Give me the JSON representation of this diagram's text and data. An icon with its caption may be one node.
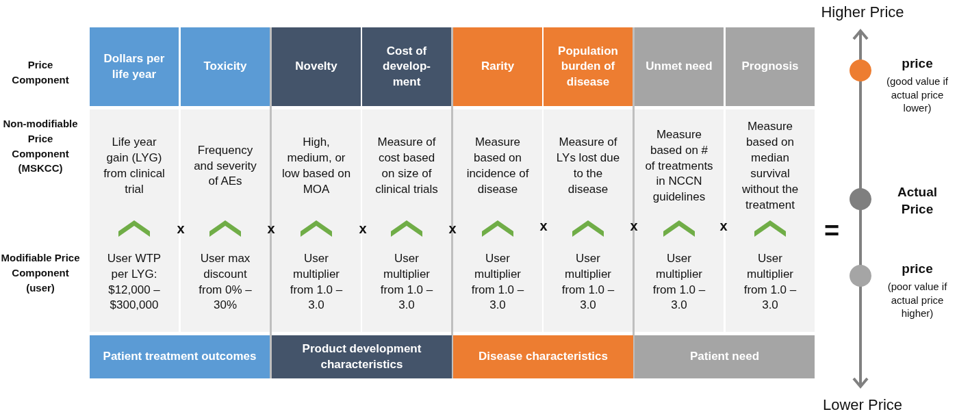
{
  "diagram": {
    "nodes": [
      {
        "text": [
          "Dollars per life year"
        ]
      },
      {
        "text": [
          "Toxicity"
        ]
      },
      {
        "text": [
          "Novelty"
        ]
      },
      {
        "text": [
          "Cost of develop-ment"
        ]
      },
      {
        "text": [
          "Rarity"
        ]
      },
      {
        "text": [
          "Population burden of disease"
        ]
      },
      {
        "text": [
          "Unmet need"
        ]
      },
      {
        "text": [
          "Prognosis"
        ]
      },
      {
        "text": [
          "Life year gain (LYG) from clinical trial",
          "User WTP per LYG: $12,000 – $300,000"
        ]
      },
      {
        "text": [
          "Frequency and severity of AEs",
          "User max discount from 0% – 30%"
        ]
      },
      {
        "text": [
          "High, medium, or low based on MOA",
          "User multiplier from 1.0 – 3.0"
        ]
      },
      {
        "text": [
          "Measure of cost based on size of clinical trials",
          "User multiplier from 1.0 – 3.0"
        ]
      },
      {
        "text": [
          "Measure based on incidence of disease",
          "User multiplier from 1.0 – 3.0"
        ]
      },
      {
        "text": [
          "Measure of LYs lost due to the disease",
          "User multiplier from 1.0 – 3.0"
        ]
      },
      {
        "text": [
          "Measure based on # of treatments in NCCN guidelines",
          "User multiplier from 1.0 – 3.0"
        ]
      },
      {
        "text": [
          "Measure based on median survival without the treatment",
          "User multiplier from 1.0 – 3.0"
        ]
      },
      {
        "text": [
          "Patient treatment outcomes"
        ]
      },
      {
        "text": [
          "Product development characteristics"
        ]
      },
      {
        "text": [
          "Disease characteristics"
        ]
      },
      {
        "text": [
          "Patient need"
        ]
      },
      {
        "text": [],
        "shape": "circle",
        "beside": [
          "price",
          "(good value if actual price lower)"
        ]
      },
      {
        "text": [],
        "shape": "circle",
        "beside": [
          "Actual Price"
        ]
      },
      {
        "text": [],
        "shape": "circle",
        "beside": [
          "price",
          "(poor value if actual price higher)"
        ]
      }
    ],
    "edges": [],
    "labels": [
      "Higher Price",
      "Price Component",
      "Non-modifiable Price Component (MSKCC)",
      "x",
      "x",
      "x",
      "x",
      "x",
      "x",
      "x",
      "=",
      "Modifiable Price Component (user)",
      "Lower Price"
    ]
  }
}
